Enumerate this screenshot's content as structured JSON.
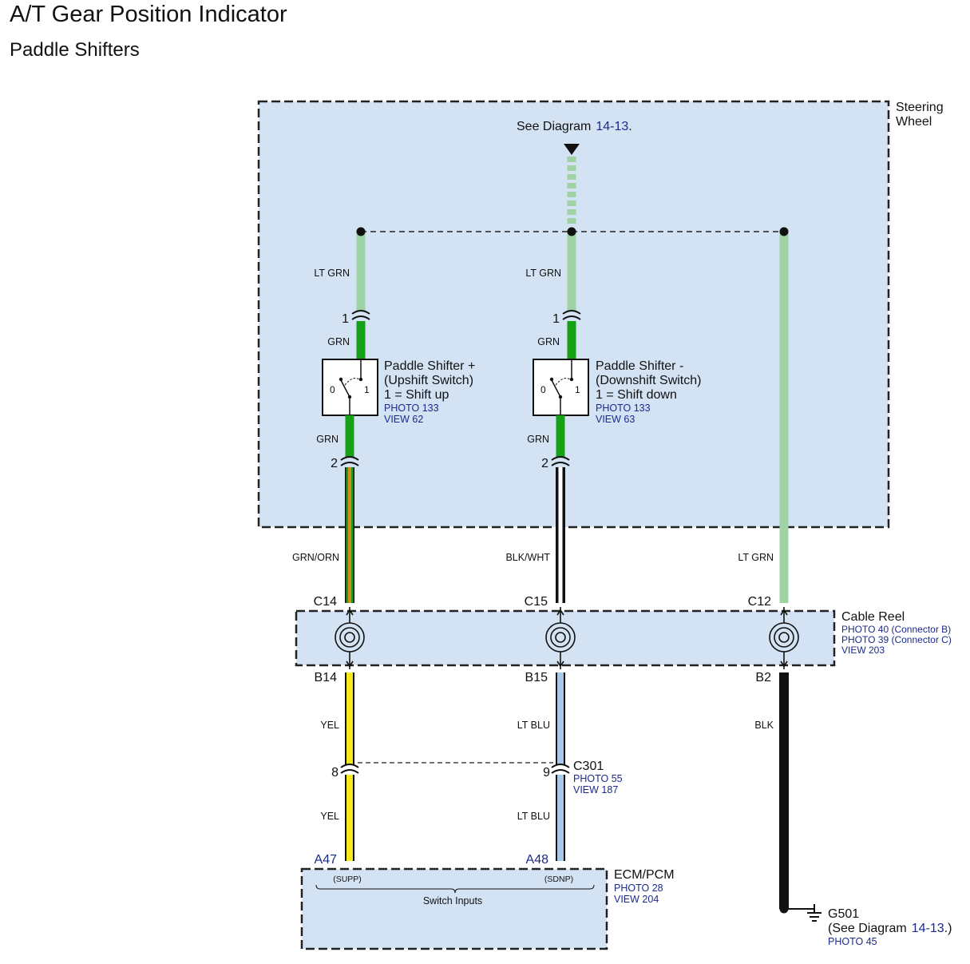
{
  "title": "A/T Gear Position Indicator",
  "subtitle": "Paddle Shifters",
  "colors": {
    "steering_fill": "#d3e3f4",
    "lt_grn": "#9fd3a5",
    "grn": "#16a016",
    "yel": "#f6ea1e",
    "lt_blu": "#a9c7ea",
    "blk": "#111111",
    "link": "#1a2a8c"
  },
  "steering_wheel": {
    "label_line1": "Steering",
    "label_line2": "Wheel"
  },
  "see_diagram_top": {
    "prefix": "See  Diagram",
    "ref": "14-13",
    "suffix": "."
  },
  "wires": {
    "lt_grn_left": "LT GRN",
    "lt_grn_mid": "LT GRN",
    "grn_left_top": "GRN",
    "grn_mid_top": "GRN",
    "grn_left_bottom": "GRN",
    "grn_mid_bottom": "GRN",
    "grn_orn": "GRN/ORN",
    "blk_wht": "BLK/WHT",
    "lt_grn_right": "LT GRN",
    "yel_upper": "YEL",
    "yel_lower": "YEL",
    "lt_blu_upper": "LT BLU",
    "lt_blu_lower": "LT BLU",
    "blk": "BLK"
  },
  "pins": {
    "left_1": "1",
    "mid_1": "1",
    "left_2": "2",
    "mid_2": "2",
    "c301_left": "8",
    "c301_right": "9"
  },
  "switch_up": {
    "line1": "Paddle Shifter +",
    "line2": "(Upshift Switch)",
    "line3": "1 = Shift up",
    "photo": "PHOTO 133",
    "view": "VIEW 62",
    "pos0": "0",
    "pos1": "1"
  },
  "switch_down": {
    "line1": "Paddle Shifter -",
    "line2": "(Downshift Switch)",
    "line3": "1 = Shift down",
    "photo": "PHOTO 133",
    "view": "VIEW 63",
    "pos0": "0",
    "pos1": "1"
  },
  "cable_reel": {
    "label": "Cable Reel",
    "photo_b": "PHOTO 40 (Connector B)",
    "photo_c": "PHOTO 39 (Connector C)",
    "view": "VIEW 203",
    "top_pins": [
      "C14",
      "C15",
      "C12"
    ],
    "bottom_pins": [
      "B14",
      "B15",
      "B2"
    ]
  },
  "c301": {
    "label": "C301",
    "photo": "PHOTO 55",
    "view": "VIEW 187"
  },
  "ecm": {
    "label": "ECM/PCM",
    "photo": "PHOTO 28",
    "view": "VIEW 204",
    "pin_left": "A47",
    "pin_right": "A48",
    "supp": "(SUPP)",
    "sdnp": "(SDNP)",
    "switch_inputs": "Switch Inputs"
  },
  "ground": {
    "label": "G501",
    "see_prefix": "(See  Diagram",
    "see_ref": "14-13",
    "see_suffix": ".)",
    "photo": "PHOTO 45"
  }
}
